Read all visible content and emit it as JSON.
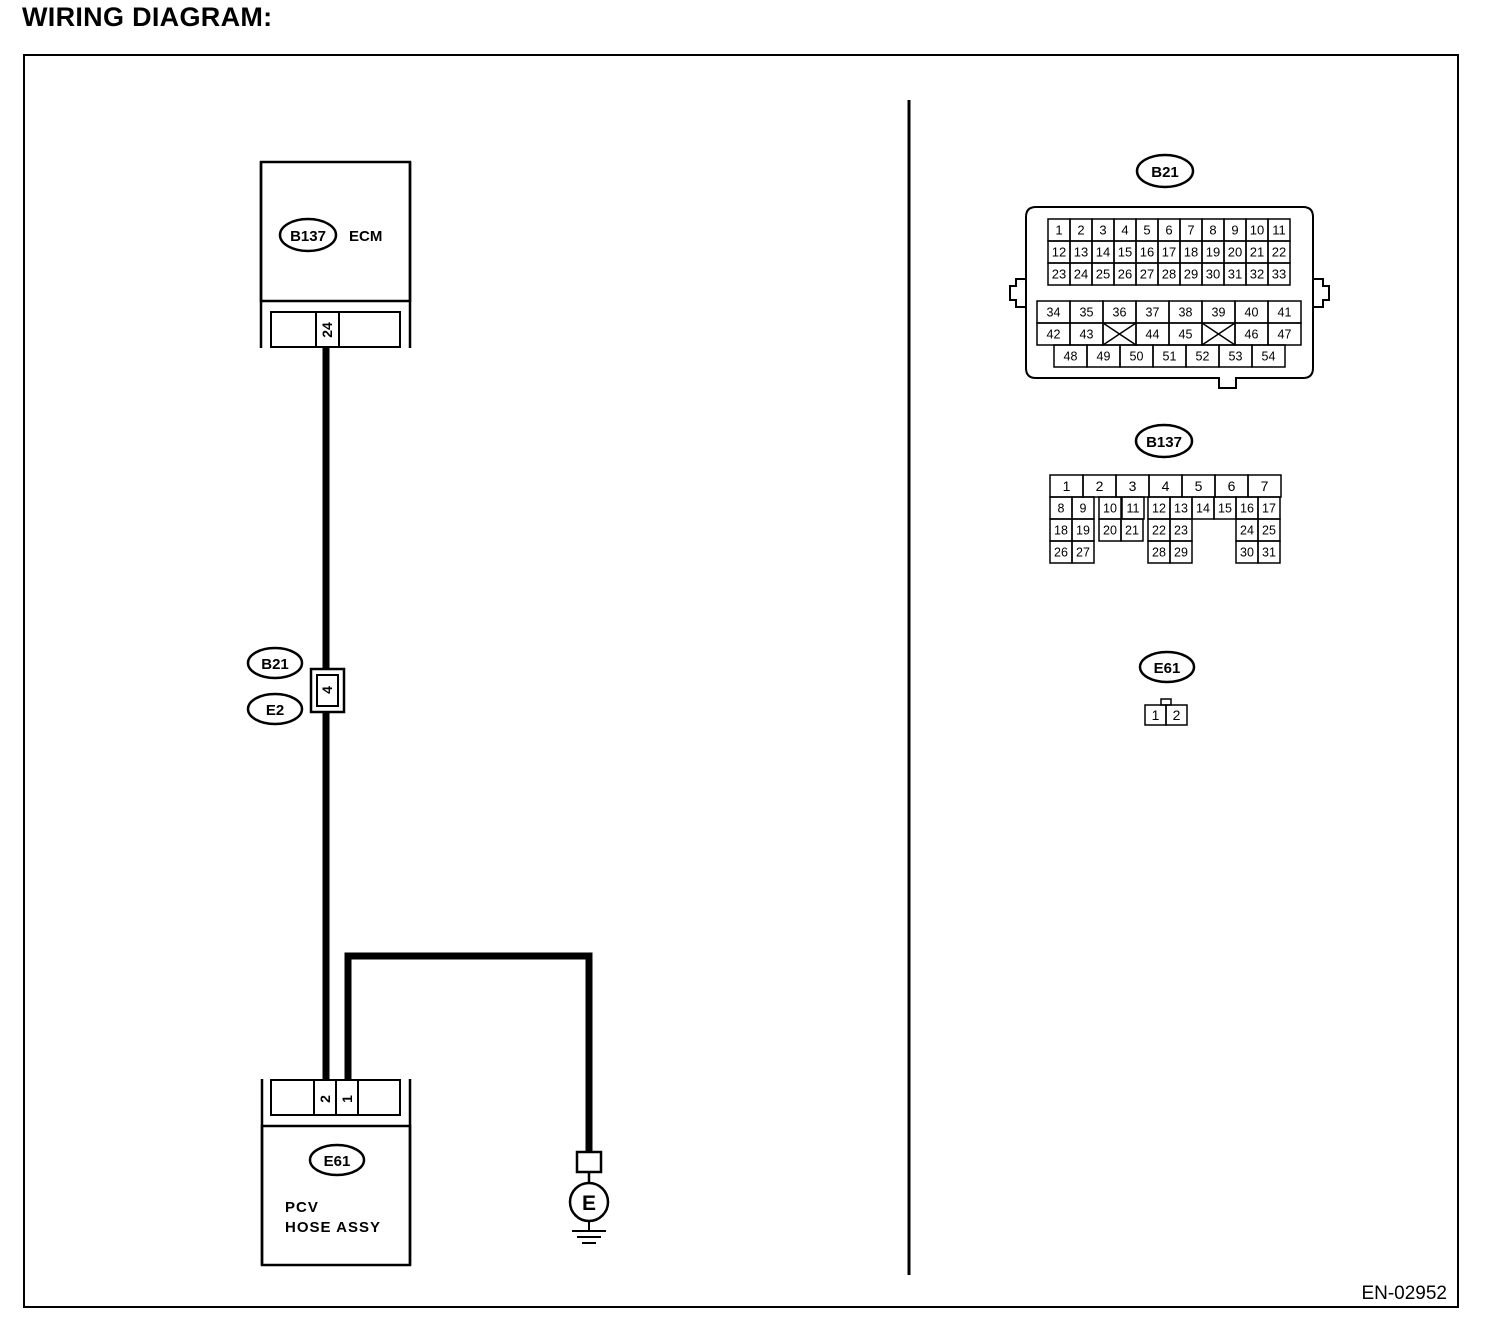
{
  "title": "WIRING DIAGRAM:",
  "figure_id": "EN-02952",
  "ecm": {
    "connector": "B137",
    "name": "ECM",
    "pin": "24"
  },
  "joint": {
    "top": "B21",
    "bottom": "E2",
    "pin": "4"
  },
  "pcv": {
    "connector": "E61",
    "name_line1": "PCV",
    "name_line2": "HOSE ASSY",
    "pins": [
      "2",
      "1"
    ]
  },
  "ground": {
    "label": "E"
  },
  "connectors": {
    "b21": {
      "label": "B21",
      "upper_rows": [
        [
          "1",
          "2",
          "3",
          "4",
          "5",
          "6",
          "7",
          "8",
          "9",
          "10",
          "11"
        ],
        [
          "12",
          "13",
          "14",
          "15",
          "16",
          "17",
          "18",
          "19",
          "20",
          "21",
          "22"
        ],
        [
          "23",
          "24",
          "25",
          "26",
          "27",
          "28",
          "29",
          "30",
          "31",
          "32",
          "33"
        ]
      ],
      "lower_rows": [
        [
          "34",
          "35",
          "36",
          "37",
          "38",
          "39",
          "40",
          "41"
        ],
        [
          "42",
          "43",
          "",
          "44",
          "45",
          "",
          "46",
          "47"
        ],
        [
          "48",
          "49",
          "50",
          "51",
          "52",
          "53",
          "54"
        ]
      ]
    },
    "b137": {
      "label": "B137",
      "row1": [
        "1",
        "2",
        "3",
        "4",
        "5",
        "6",
        "7"
      ],
      "row2": [
        "8",
        "9",
        "10",
        "11",
        "12",
        "13",
        "14",
        "15",
        "16",
        "17"
      ],
      "row3": [
        [
          "18",
          "19"
        ],
        [
          "20",
          "21"
        ],
        [
          "22",
          "23"
        ],
        [
          "24",
          "25"
        ]
      ],
      "row4": [
        [
          "26",
          "27"
        ],
        [
          "28",
          "29"
        ],
        [
          "30",
          "31"
        ]
      ]
    },
    "e61": {
      "label": "E61",
      "pins": [
        "1",
        "2"
      ]
    }
  }
}
